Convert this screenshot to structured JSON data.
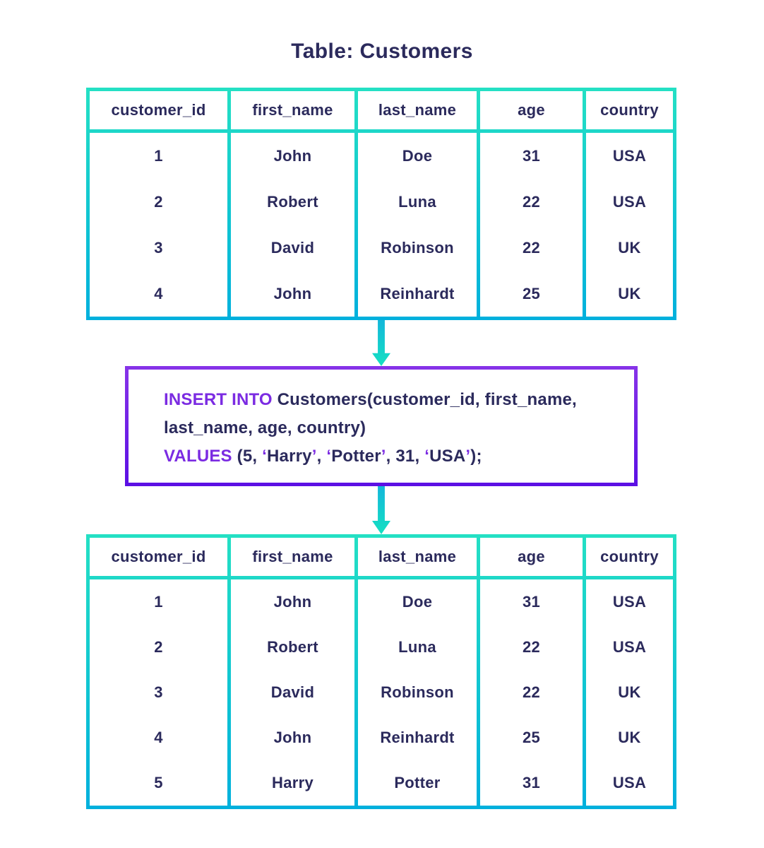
{
  "title": {
    "text": "Table: Customers"
  },
  "colors": {
    "background": "#ffffff",
    "text_navy": "#2b2a5c",
    "keyword_purple": "#7b2be2",
    "table_border_gradient_top": "#24e0c4",
    "table_border_gradient_bottom": "#00b0dd",
    "sql_box_border_gradient_top": "#8633e8",
    "sql_box_border_gradient_bottom": "#5c10e4",
    "arrow_gradient_top": "#13b7da",
    "arrow_gradient_bottom": "#15e0c2"
  },
  "table_before": {
    "columns": [
      "customer_id",
      "first_name",
      "last_name",
      "age",
      "country"
    ],
    "rows": [
      [
        "1",
        "John",
        "Doe",
        "31",
        "USA"
      ],
      [
        "2",
        "Robert",
        "Luna",
        "22",
        "USA"
      ],
      [
        "3",
        "David",
        "Robinson",
        "22",
        "UK"
      ],
      [
        "4",
        "John",
        "Reinhardt",
        "25",
        "UK"
      ]
    ]
  },
  "sql_statement": {
    "full_text": "INSERT INTO Customers(customer_id, first_name, last_name, age, country) VALUES (5, ‘Harry’, ‘Potter’, 31, ‘USA’);",
    "lines": [
      {
        "segments": [
          {
            "text": "INSERT INTO",
            "role": "keyword"
          },
          {
            "text": " Customers(customer_id, first_name,",
            "role": "plain"
          }
        ]
      },
      {
        "segments": [
          {
            "text": "last_name, age, country)",
            "role": "plain"
          }
        ]
      },
      {
        "segments": [
          {
            "text": "VALUES",
            "role": "keyword"
          },
          {
            "text": " (5, ",
            "role": "plain"
          },
          {
            "text": "‘",
            "role": "keyword"
          },
          {
            "text": "Harry",
            "role": "plain"
          },
          {
            "text": "’",
            "role": "keyword"
          },
          {
            "text": ", ",
            "role": "plain"
          },
          {
            "text": "‘",
            "role": "keyword"
          },
          {
            "text": "Potter",
            "role": "plain"
          },
          {
            "text": "’",
            "role": "keyword"
          },
          {
            "text": ", 31, ",
            "role": "plain"
          },
          {
            "text": "‘",
            "role": "keyword"
          },
          {
            "text": "USA",
            "role": "plain"
          },
          {
            "text": "’",
            "role": "keyword"
          },
          {
            "text": ");",
            "role": "plain"
          }
        ]
      }
    ]
  },
  "table_after": {
    "columns": [
      "customer_id",
      "first_name",
      "last_name",
      "age",
      "country"
    ],
    "rows": [
      [
        "1",
        "John",
        "Doe",
        "31",
        "USA"
      ],
      [
        "2",
        "Robert",
        "Luna",
        "22",
        "USA"
      ],
      [
        "3",
        "David",
        "Robinson",
        "22",
        "UK"
      ],
      [
        "4",
        "John",
        "Reinhardt",
        "25",
        "UK"
      ],
      [
        "5",
        "Harry",
        "Potter",
        "31",
        "USA"
      ]
    ]
  }
}
